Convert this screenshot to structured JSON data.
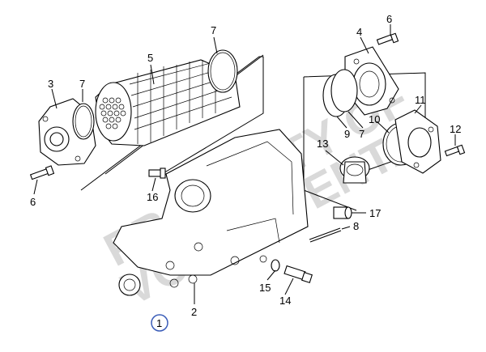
{
  "watermark": {
    "line1": "PROPERTY OF",
    "line2": "VOLVO PENTA"
  },
  "callouts": {
    "p1": "1",
    "p2": "2",
    "p3": "3",
    "p4": "4",
    "p5": "5",
    "p6a": "6",
    "p6b": "6",
    "p7a": "7",
    "p7b": "7",
    "p7c": "7",
    "p8": "8",
    "p9": "9",
    "p10": "10",
    "p11": "11",
    "p12": "12",
    "p13": "13",
    "p14": "14",
    "p15": "15",
    "p16": "16",
    "p17": "17"
  }
}
